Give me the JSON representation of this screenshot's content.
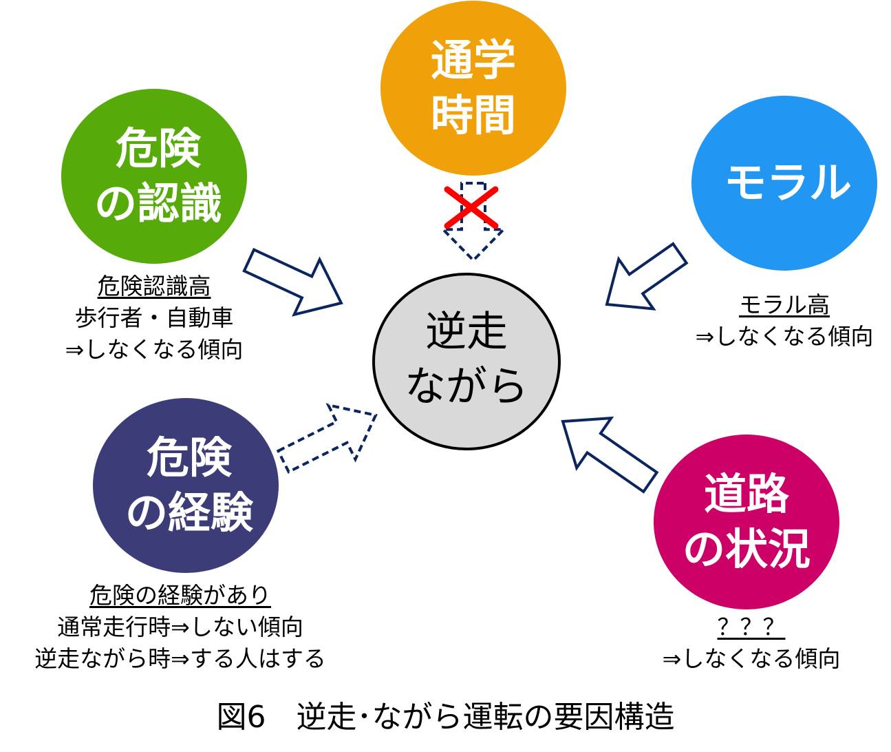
{
  "colors": {
    "commute": "#F0A008",
    "risk_awareness": "#56AA0A",
    "morals": "#2196F3",
    "risk_experience": "#3C3C78",
    "road": "#CC0066",
    "center": "#D9D9D9",
    "arrow": "#0A2560",
    "cross": "#FF0000"
  },
  "center": {
    "line1": "逆走",
    "line2": "ながら"
  },
  "factors": {
    "commute": {
      "line1": "通学",
      "line2": "時間"
    },
    "risk_awareness": {
      "line1": "危険",
      "line2": "の認識",
      "note_title": "危険認識高",
      "note_lines": [
        "歩行者・自動車",
        "⇒しなくなる傾向"
      ]
    },
    "morals": {
      "line1": "モラル",
      "note_title": "モラル高",
      "note_lines": [
        "⇒しなくなる傾向"
      ]
    },
    "risk_experience": {
      "line1": "危険",
      "line2": "の経験",
      "note_title": "危険の経験があり",
      "note_lines": [
        "通常走行時⇒しない傾向",
        "逆走ながら時⇒する人はする"
      ]
    },
    "road": {
      "line1": "道路",
      "line2": "の状況",
      "note_title": "？？？",
      "note_lines": [
        "⇒しなくなる傾向"
      ]
    }
  },
  "caption": "図6　逆走･ながら運転の要因構造"
}
